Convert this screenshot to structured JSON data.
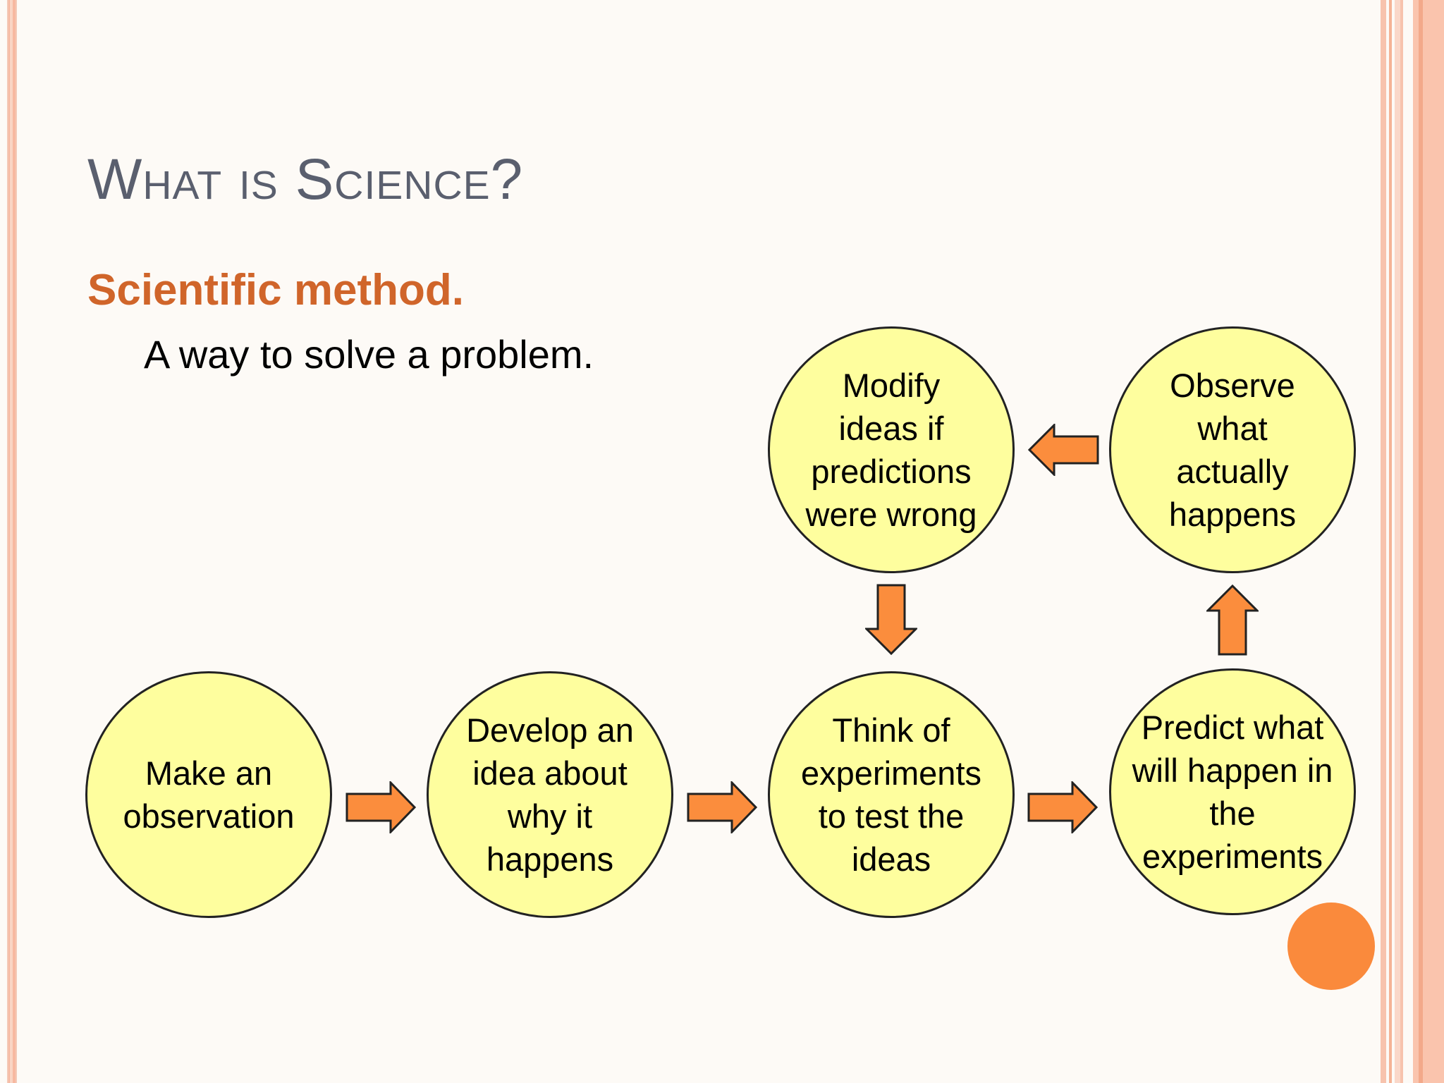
{
  "slide": {
    "title": "What is Science?",
    "subtitle": "Scientific method.",
    "bullet": "A way to solve a problem."
  },
  "diagram": {
    "nodes": [
      {
        "id": "make-observation",
        "label": "Make an\nobservation"
      },
      {
        "id": "develop-idea",
        "label": "Develop an\nidea about\nwhy it\nhappens"
      },
      {
        "id": "think-experiments",
        "label": "Think of\nexperiments\nto test the\nideas"
      },
      {
        "id": "predict-results",
        "label": "Predict what\nwill happen in\nthe\nexperiments"
      },
      {
        "id": "observe-actual",
        "label": "Observe\nwhat\nactually\nhappens"
      },
      {
        "id": "modify-ideas",
        "label": "Modify\nideas if\npredictions\nwere wrong"
      }
    ],
    "edges": [
      {
        "from": "make-observation",
        "to": "develop-idea",
        "direction": "right"
      },
      {
        "from": "develop-idea",
        "to": "think-experiments",
        "direction": "right"
      },
      {
        "from": "think-experiments",
        "to": "predict-results",
        "direction": "right"
      },
      {
        "from": "predict-results",
        "to": "observe-actual",
        "direction": "up"
      },
      {
        "from": "observe-actual",
        "to": "modify-ideas",
        "direction": "left"
      },
      {
        "from": "modify-ideas",
        "to": "think-experiments",
        "direction": "down"
      }
    ],
    "colors": {
      "node_fill": "#fefe9e",
      "node_stroke": "#222222",
      "arrow_fill": "#fb8d3d",
      "arrow_stroke": "#222222",
      "title": "#5a5f6e",
      "subtitle": "#d0652a",
      "accent_dot": "#fa8a3c"
    }
  }
}
